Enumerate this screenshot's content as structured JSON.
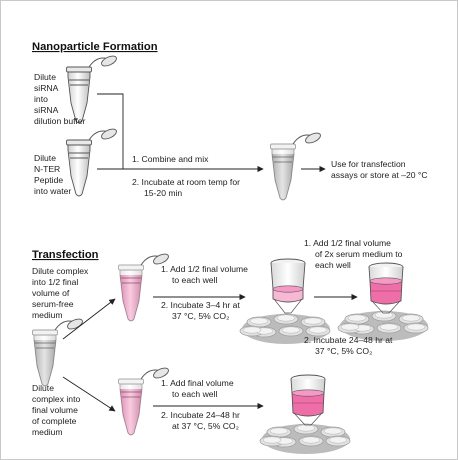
{
  "nanoparticle_formation": {
    "title": "Nanoparticle Formation",
    "tube1_label": [
      "Dilute",
      "siRNA",
      "into",
      "siRNA",
      "dilution buffer"
    ],
    "tube2_label": [
      "Dilute",
      "N-TER",
      "Peptide",
      "into water"
    ],
    "step1": "1. Combine and mix",
    "step2": [
      "2. Incubate at room temp for",
      "15-20 min"
    ],
    "result": [
      "Use for transfection",
      "assays or store at –20 °C"
    ]
  },
  "transfection": {
    "title": "Transfection",
    "upper_label": [
      "Dilute complex",
      "into 1/2 final",
      "volume of",
      "serum-free",
      "medium"
    ],
    "upper_step1": [
      "1. Add 1/2 final volume",
      "to each well"
    ],
    "upper_step2": [
      "2. Incubate 3–4 hr at",
      "37 °C, 5% CO₂"
    ],
    "top_step1": [
      "1. Add 1/2 final volume",
      "of 2x serum medium to",
      "each well"
    ],
    "top_step2": [
      "2. Incubate 24–48 hr at",
      "37 °C, 5% CO₂"
    ],
    "lower_label": [
      "Dilute",
      "complex into",
      "final volume",
      "of complete",
      "medium"
    ],
    "lower_step1": [
      "1. Add final volume",
      "to each well"
    ],
    "lower_step2": [
      "2. Incubate 24–48 hr",
      "at 37 °C, 5% CO₂"
    ]
  },
  "colors": {
    "pink": "#ee6fa8",
    "pink_light": "#f6b8d4",
    "grey_liquid": "#a9a9a9",
    "plate": "#d2d2d2",
    "border": "#c9c9c9"
  }
}
